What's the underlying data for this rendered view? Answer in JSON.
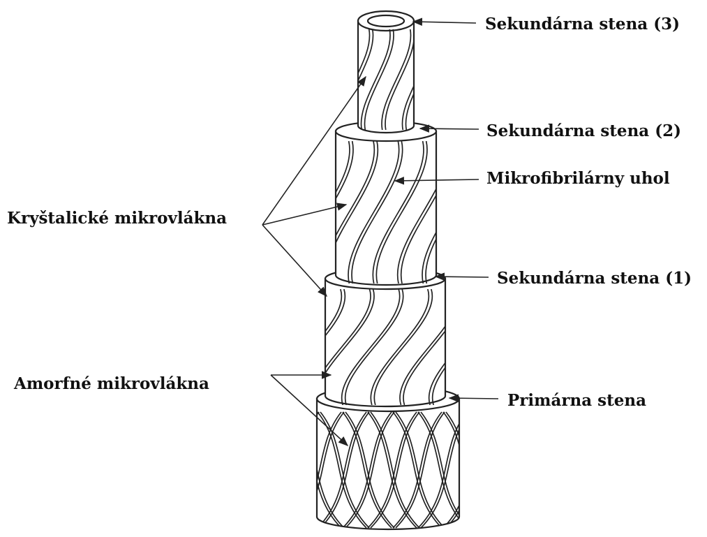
{
  "labels": {
    "secondary_wall_3": "Sekundárna stena (3)",
    "secondary_wall_2": "Sekundárna stena (2)",
    "microfibril_angle": "Mikrofibrilárny uhol",
    "crystalline_microfibrils": "Kryštalické mikrovlákna",
    "secondary_wall_1": "Sekundárna stena (1)",
    "amorphous_microfibrils": "Amorfné mikrovlákna",
    "primary_wall": "Primárna stena"
  },
  "colors": {
    "ink": "#222222",
    "background": "#ffffff"
  }
}
